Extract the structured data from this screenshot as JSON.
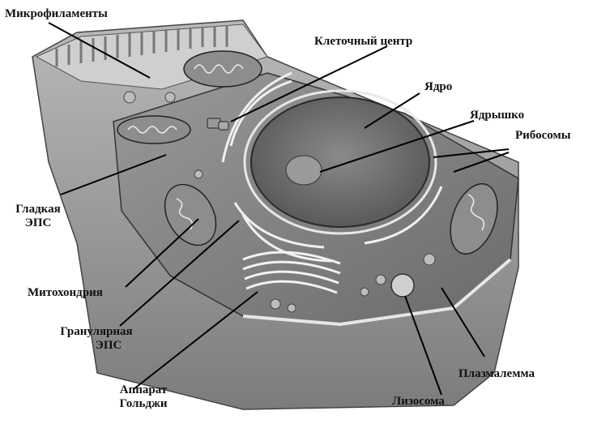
{
  "diagram": {
    "labels": {
      "microfilaments": "Микрофиламенты",
      "centrosome": "Клеточный центр",
      "nucleus": "Ядро",
      "nucleolus": "Ядрышко",
      "ribosomes": "Рибосомы",
      "smooth_er_1": "Гладкая",
      "smooth_er_2": "ЭПС",
      "mitochondrion": "Митохондрия",
      "rough_er_1": "Гранулярная",
      "rough_er_2": "ЭПС",
      "golgi_1": "Аппарат",
      "golgi_2": "Гольджи",
      "plasmalemma": "Плазмалемма",
      "lysosome": "Лизосома"
    }
  }
}
